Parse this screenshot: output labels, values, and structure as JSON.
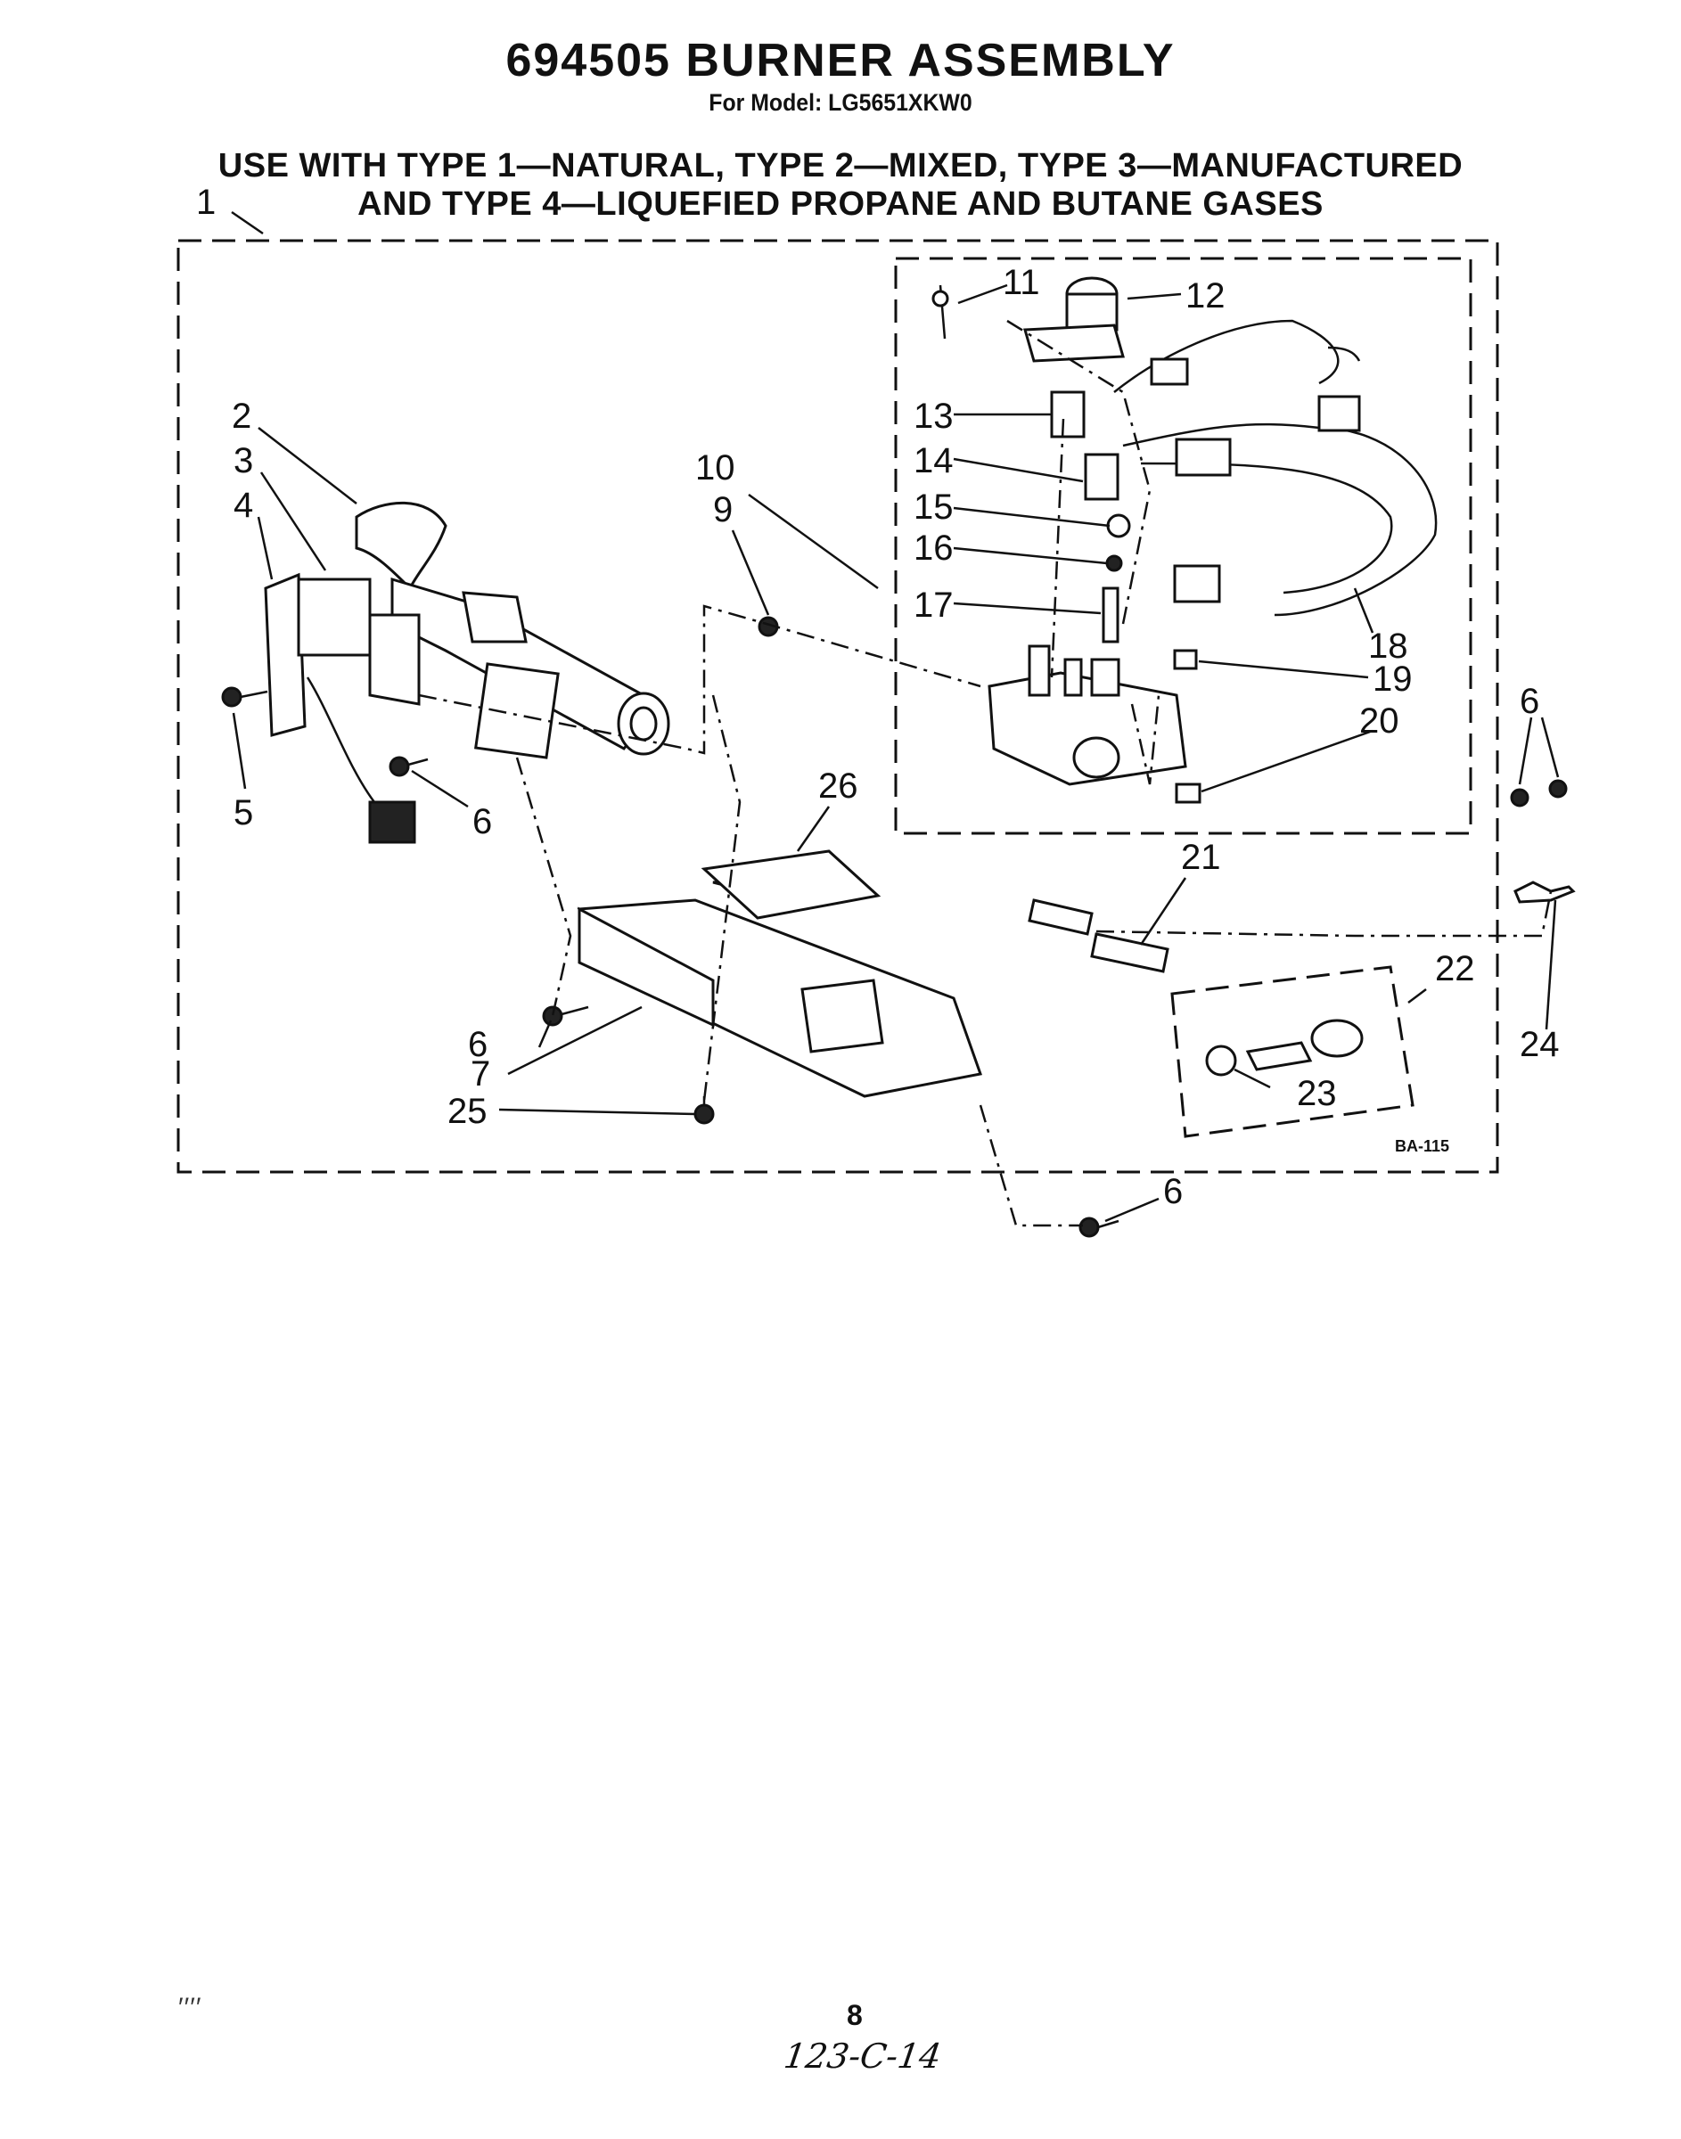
{
  "header": {
    "title": "694505 BURNER ASSEMBLY",
    "model": "For Model: LG5651XKW0",
    "usage_line1": "USE WITH TYPE 1—NATURAL, TYPE 2—MIXED, TYPE 3—MANUFACTURED",
    "usage_line2": "AND TYPE 4—LIQUEFIED PROPANE AND BUTANE GASES"
  },
  "callouts": {
    "c1": "1",
    "c2": "2",
    "c3": "3",
    "c4": "4",
    "c5": "5",
    "c6a": "6",
    "c6b": "6",
    "c6c": "6",
    "c6d": "6",
    "c7": "7",
    "c9": "9",
    "c10": "10",
    "c11": "11",
    "c12": "12",
    "c13": "13",
    "c14": "14",
    "c15": "15",
    "c16": "16",
    "c17": "17",
    "c18": "18",
    "c19": "19",
    "c20": "20",
    "c21": "21",
    "c22": "22",
    "c23": "23",
    "c24": "24",
    "c25": "25",
    "c26": "26"
  },
  "figure_code": "BA-115",
  "footer": {
    "page_number": "8",
    "handwritten_note": "123-C-14",
    "stray_mark": "′′′′"
  }
}
